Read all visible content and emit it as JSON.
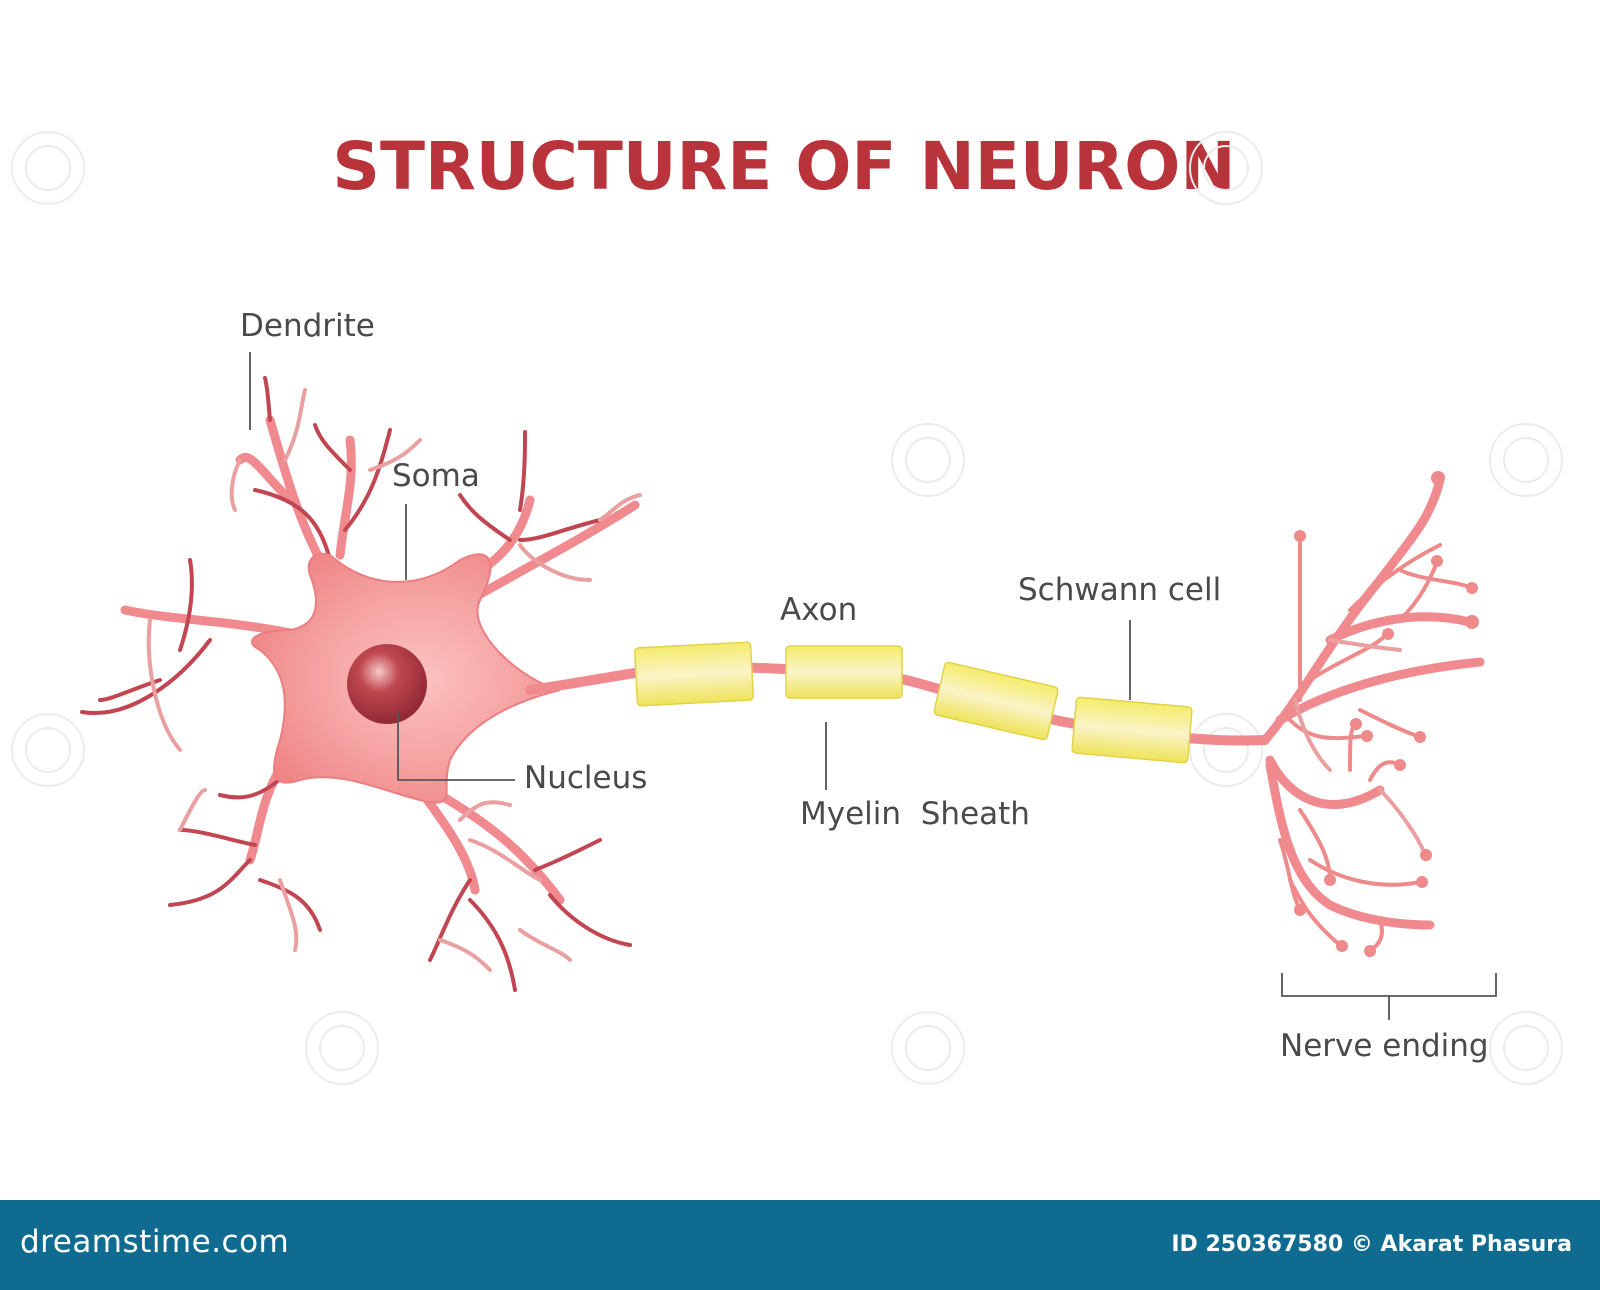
{
  "title": "STRUCTURE OF NEURON",
  "labels": {
    "dendrite": "Dendrite",
    "soma": "Soma",
    "nucleus": "Nucleus",
    "axon": "Axon",
    "myelin_sheath": "Myelin  Sheath",
    "schwann_cell": "Schwann cell",
    "nerve_ending": "Nerve ending"
  },
  "footer": {
    "logo": "dreamstime.com",
    "credit": "ID 250367580 © Akarat Phasura"
  },
  "colors": {
    "title": "#b8343a",
    "cell_body": "#f28a8a",
    "dendrite_dark": "#c9505a",
    "dendrite_light": "#e89a9a",
    "nucleus": "#a8303a",
    "myelin": "#f2ea6a",
    "footer_bg": "#0f6b8f"
  }
}
